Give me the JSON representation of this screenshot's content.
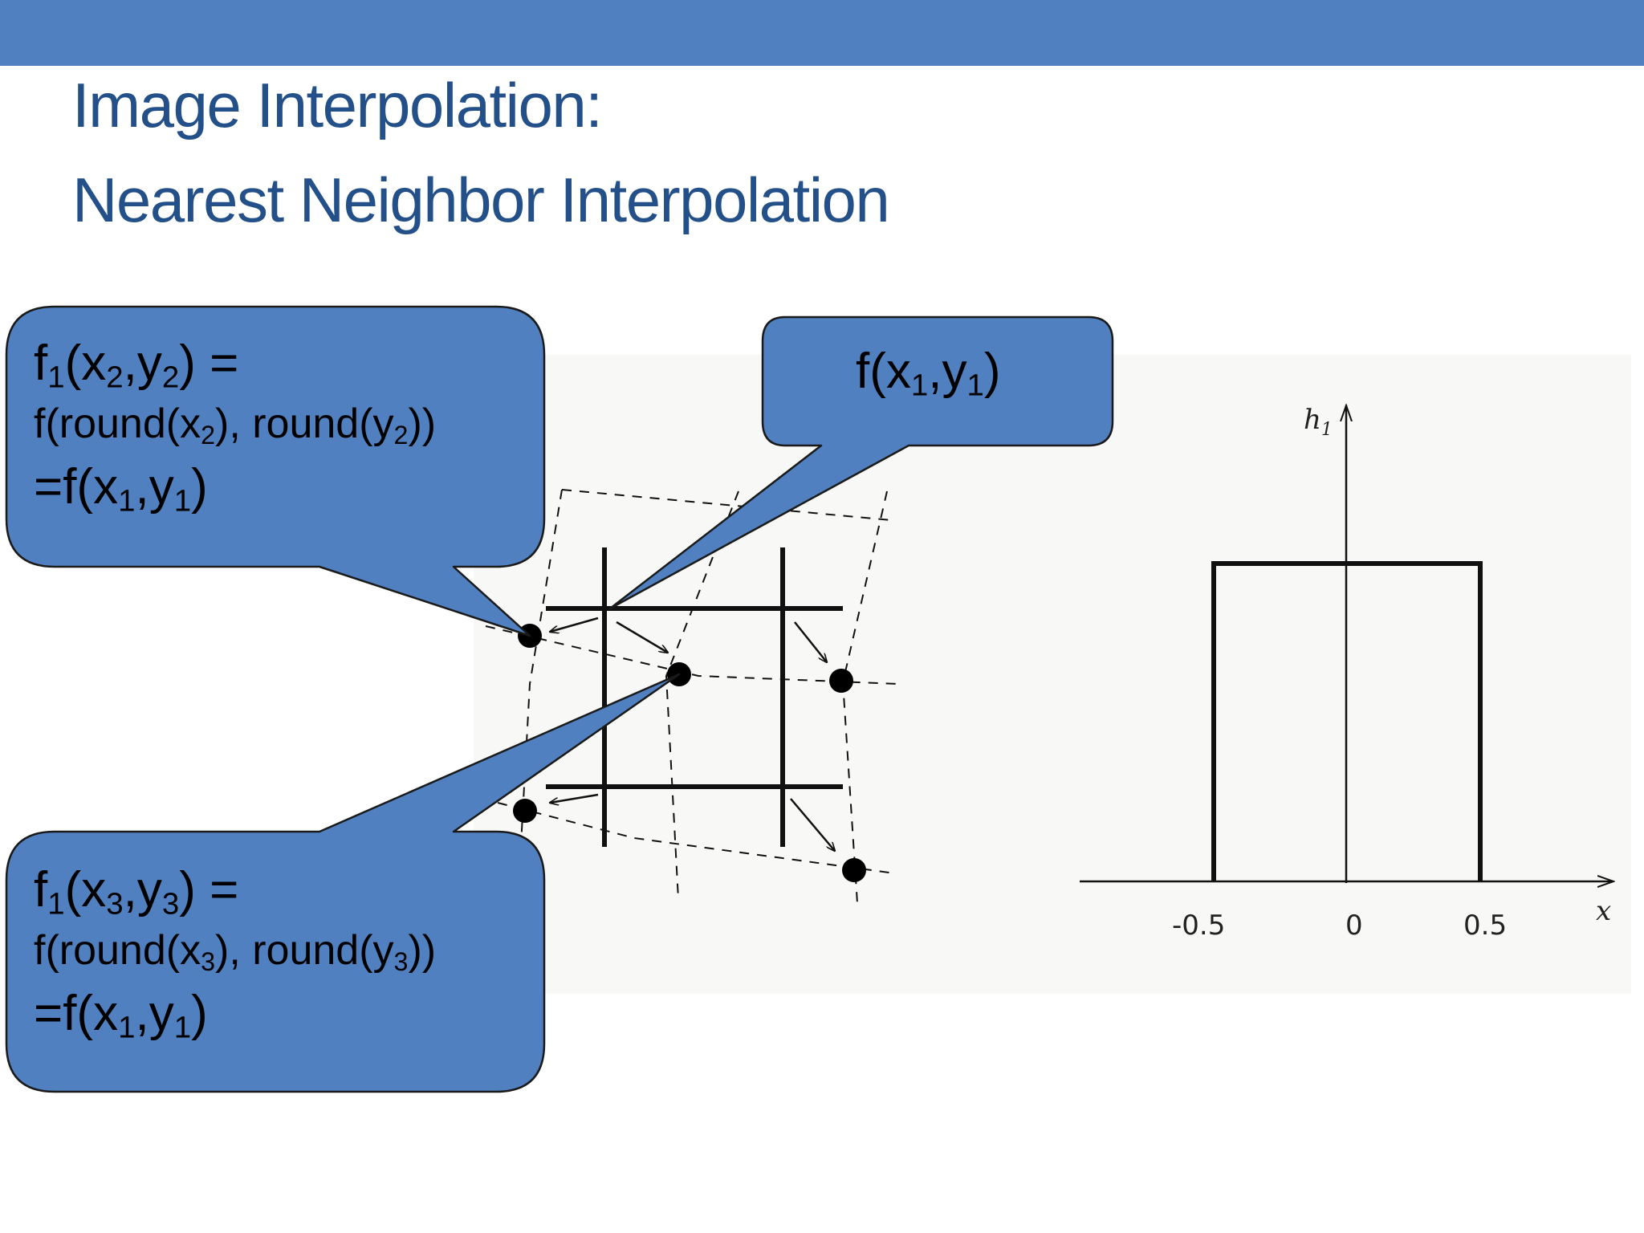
{
  "slide": {
    "title_line1": "Image Interpolation:",
    "title_line2": "Nearest Neighbor Interpolation"
  },
  "callouts": {
    "top_left": {
      "line1": {
        "a": "f",
        "a_sub": "1",
        "b": "(x",
        "b_sub": "2",
        "c": ",y",
        "c_sub": "2",
        "d": ") ="
      },
      "line2": {
        "a": "f(round(x",
        "a_sub": "2",
        "b": "), round(y",
        "b_sub": "2",
        "c": "))"
      },
      "line3": {
        "a": "=f(x",
        "a_sub": "1",
        "b": ",y",
        "b_sub": "1",
        "c": ")"
      }
    },
    "top_right": {
      "a": "f(x",
      "a_sub": "1",
      "b": ",y",
      "b_sub": "1",
      "c": ")"
    },
    "bottom_left": {
      "line1": {
        "a": "f",
        "a_sub": "1",
        "b": "(x",
        "b_sub": "3",
        "c": ",y",
        "c_sub": "3",
        "d": ") ="
      },
      "line2": {
        "a": "f(round(x",
        "a_sub": "3",
        "b": "), round(y",
        "b_sub": "3",
        "c": "))"
      },
      "line3": {
        "a": "=f(x",
        "a_sub": "1",
        "b": ",y",
        "b_sub": "1",
        "c": ")"
      }
    }
  },
  "kernel_plot": {
    "y_axis_label": "h",
    "y_axis_label_sub": "1",
    "x_axis_label": "x",
    "tick_labels": [
      "-0.5",
      "0",
      "0.5"
    ]
  },
  "colors": {
    "accent": "#5080c0",
    "title": "#24508a",
    "callout_fill": "#5080c0",
    "callout_border": "#1a1a1a"
  }
}
